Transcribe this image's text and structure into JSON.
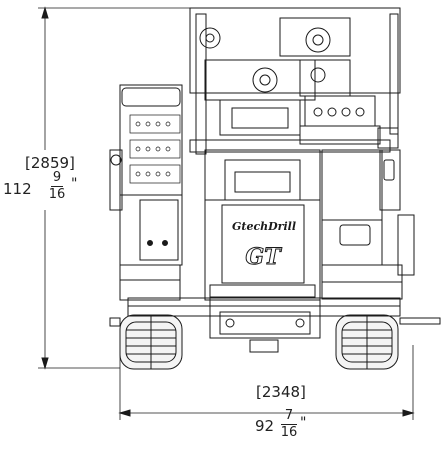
{
  "height_dimension": {
    "mm": "[2859]",
    "whole": "112",
    "numerator": "9",
    "denominator": "16",
    "unit": "\""
  },
  "width_dimension": {
    "mm": "[2348]",
    "whole": "92",
    "numerator": "7",
    "denominator": "16",
    "unit": "\""
  },
  "logo": {
    "brand": "GtechDrill",
    "badge": "GT"
  },
  "colors": {
    "line": "#1a1a1a",
    "background": "#ffffff",
    "fill": "#f4f4f4"
  }
}
